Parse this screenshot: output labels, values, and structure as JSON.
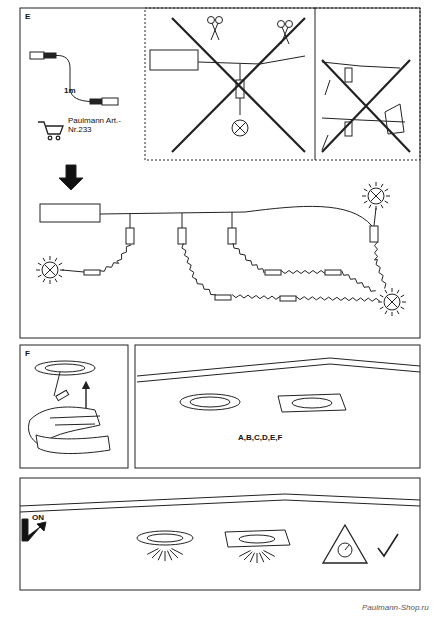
{
  "diagram": {
    "labels": [
      "E",
      "1m",
      "Paulmann Art.-Nr.233",
      "F",
      "A,B,C,D,E,F",
      "ON",
      "Paulmann-Shop.ru"
    ]
  }
}
